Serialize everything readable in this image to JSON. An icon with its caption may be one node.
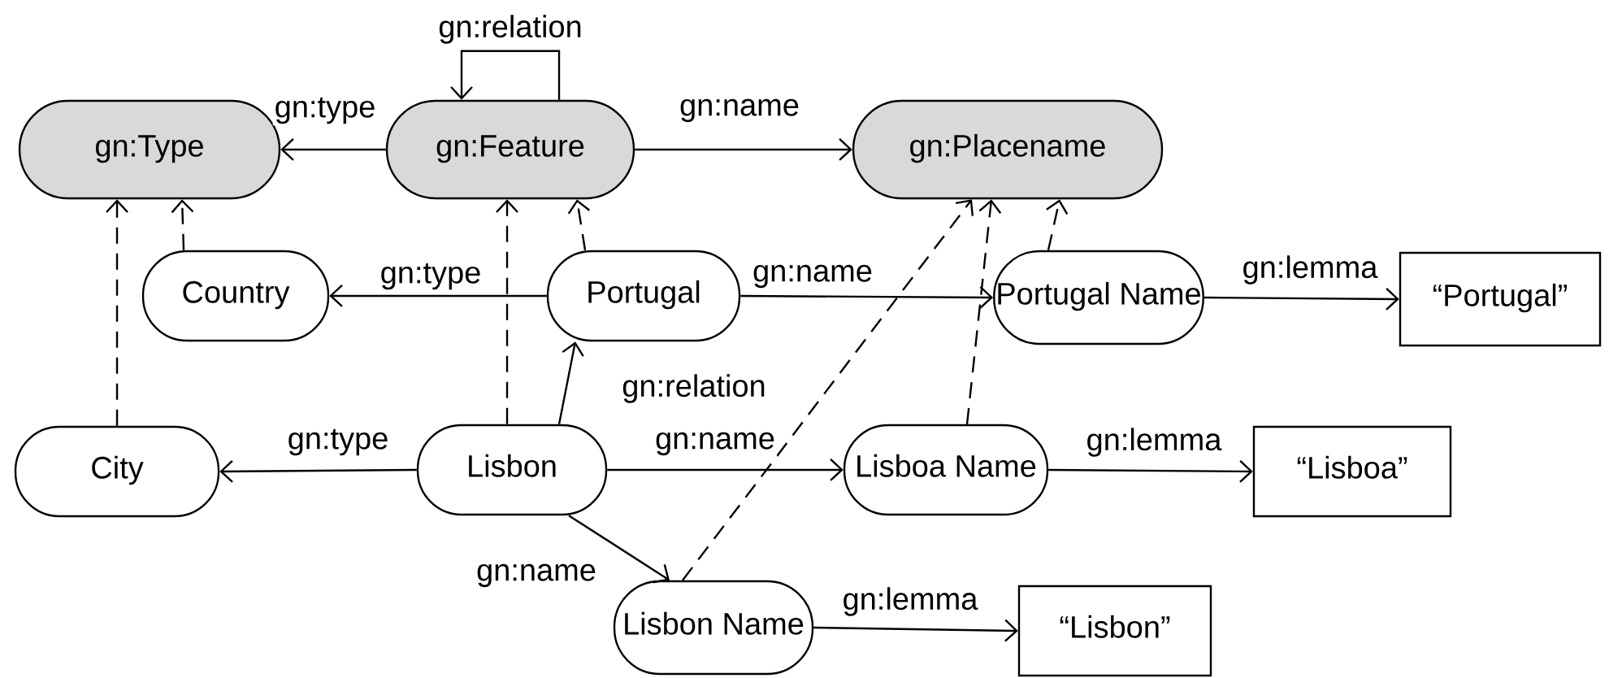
{
  "diagram": {
    "nodes": [
      {
        "text": [
          "gn:Type"
        ]
      },
      {
        "text": [
          "gn:Feature"
        ]
      },
      {
        "text": [
          "gn:Placename"
        ]
      },
      {
        "text": [
          "Country"
        ]
      },
      {
        "text": [
          "Portugal"
        ]
      },
      {
        "text": [
          "Portugal Name"
        ]
      },
      {
        "text": [
          "“Portugal”"
        ]
      },
      {
        "text": [
          "City"
        ]
      },
      {
        "text": [
          "Lisbon"
        ]
      },
      {
        "text": [
          "Lisboa Name"
        ]
      },
      {
        "text": [
          "“Lisboa”"
        ]
      },
      {
        "text": [
          "Lisbon Name"
        ]
      },
      {
        "text": [
          "“Lisbon”"
        ]
      }
    ],
    "edges": [
      {
        "from": 1,
        "to": 0,
        "arrow": "to",
        "label": "gn:type"
      },
      {
        "from": 1,
        "to": 2,
        "arrow": "to",
        "label": "gn:name"
      },
      {
        "from": 1,
        "to": 1,
        "arrow": "to",
        "label": "gn:relation"
      },
      {
        "from": 3,
        "to": 0,
        "arrow": "to",
        "style": "dashed"
      },
      {
        "from": 4,
        "to": 3,
        "arrow": "to",
        "label": "gn:type"
      },
      {
        "from": 4,
        "to": 1,
        "arrow": "to",
        "style": "dashed"
      },
      {
        "from": 4,
        "to": 5,
        "arrow": "to",
        "label": "gn:name"
      },
      {
        "from": 5,
        "to": 6,
        "arrow": "to",
        "label": "gn:lemma"
      },
      {
        "from": 5,
        "to": 2,
        "arrow": "to",
        "style": "dashed"
      },
      {
        "from": 7,
        "to": 0,
        "arrow": "to",
        "style": "dashed"
      },
      {
        "from": 8,
        "to": 7,
        "arrow": "to",
        "label": "gn:type"
      },
      {
        "from": 8,
        "to": 1,
        "arrow": "to",
        "style": "dashed"
      },
      {
        "from": 8,
        "to": 4,
        "arrow": "to",
        "label": "gn:relation"
      },
      {
        "from": 8,
        "to": 9,
        "arrow": "to",
        "label": "gn:name"
      },
      {
        "from": 9,
        "to": 10,
        "arrow": "to",
        "label": "gn:lemma"
      },
      {
        "from": 9,
        "to": 2,
        "arrow": "to",
        "style": "dashed"
      },
      {
        "from": 8,
        "to": 11,
        "arrow": "to",
        "label": "gn:name"
      },
      {
        "from": 11,
        "to": 12,
        "arrow": "to",
        "label": "gn:lemma"
      },
      {
        "from": 11,
        "to": 2,
        "arrow": "to",
        "style": "dashed"
      }
    ]
  }
}
